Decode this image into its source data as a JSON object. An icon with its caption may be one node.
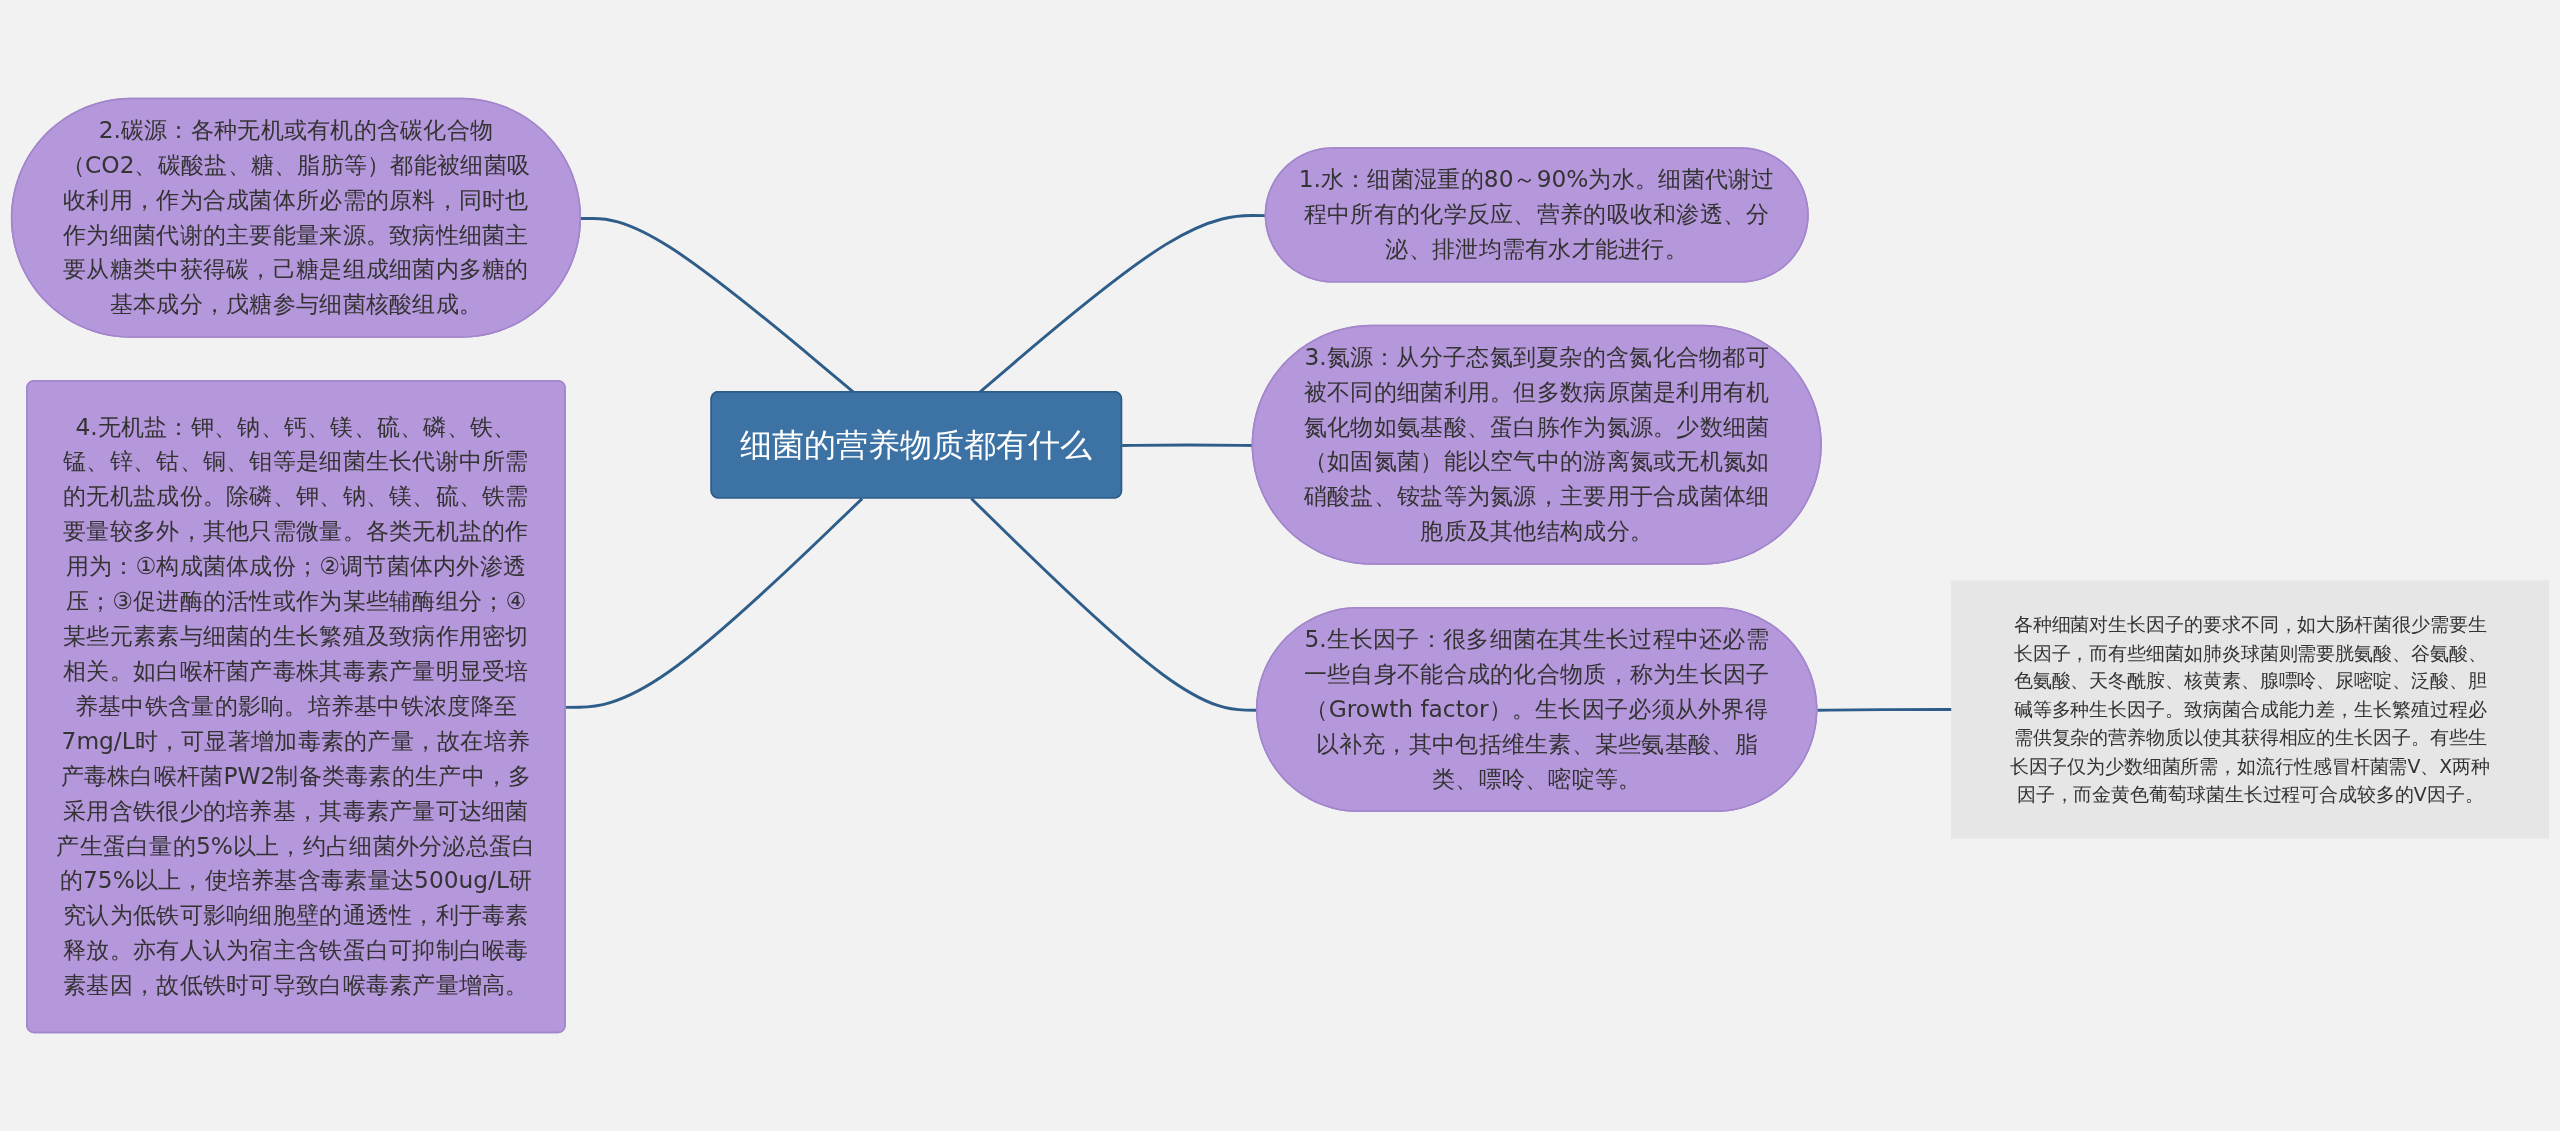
{
  "diagram": {
    "nodes": [
      {
        "text": [
          "细菌的营养物质都有什么"
        ]
      },
      {
        "text": [
          "1.水：细菌湿重的80～90%为水。细菌代谢过程中所有的化学反应、营养的吸收和渗透、分泌、排泄均需有水才能进行。"
        ]
      },
      {
        "text": [
          "2.碳源：各种无机或有机的含碳化合物（CO2、碳酸盐、糖、脂肪等）都能被细菌吸收利用，作为合成菌体所必需的原料，同时也作为细菌代谢的主要能量来源。致病性细菌主要从糖类中获得碳，己糖是组成细菌内多糖的基本成分，戊糖参与细菌核酸组成。"
        ]
      },
      {
        "text": [
          "3.氮源：从分子态氮到夏杂的含氮化合物都可被不同的细菌利用。但多数病原菌是利用有机氮化物如氨基酸、蛋白胨作为氮源。少数细菌（如固氮菌）能以空气中的游离氮或无机氮如硝酸盐、铵盐等为氮源，主要用于合成菌体细胞质及其他结构成分。"
        ]
      },
      {
        "text": [
          "4.无机盐：钾、钠、钙、镁、硫、磷、铁、锰、锌、钴、铜、钼等是细菌生长代谢中所需的无机盐成份。除磷、钾、钠、镁、硫、铁需要量较多外，其他只需微量。各类无机盐的作用为：①构成菌体成份；②调节菌体内外渗透压；③促进酶的活性或作为某些辅酶组分；④某些元素素与细菌的生长繁殖及致病作用密切相关。如白喉杆菌产毒株其毒素产量明显受培养基中铁含量的影响。培养基中铁浓度降至7mg/L时，可显著增加毒素的产量，故在培养产毒株白喉杆菌PW2制备类毒素的生产中，多采用含铁很少的培养基，其毒素产量可达细菌产生蛋白量的5%以上，约占细菌外分泌总蛋白的75%以上，使培养基含毒素量达500ug/L研究认为低铁可影响细胞壁的通透性，利于毒素释放。亦有人认为宿主含铁蛋白可抑制白喉毒素基因，故低铁时可导致白喉毒素产量增高。"
        ]
      },
      {
        "text": [
          "5.生长因子：很多细菌在其生长过程中还必需一些自身不能合成的化合物质，称为生长因子（Growth factor）。生长因子必须从外界得以补充，其中包括维生素、某些氨基酸、脂类、嘌呤、嘧啶等。"
        ]
      },
      {
        "text": [
          "各种细菌对生长因子的要求不同，如大肠杆菌很少需要生长因子，而有些细菌如肺炎球菌则需要胱氨酸、谷氨酸、色氨酸、天冬酰胺、核黄素、腺嘌呤、尿嘧啶、泛酸、胆碱等多种生长因子。致病菌合成能力差，生长繁殖过程必需供复杂的营养物质以使其获得相应的生长因子。有些生长因子仅为少数细菌所需，如流行性感冒杆菌需V、X两种因子，而金黄色葡萄球菌生长过程可合成较多的V因子。"
        ]
      }
    ],
    "edges": [
      {
        "from": 0,
        "to": 1,
        "arrow": "none"
      },
      {
        "from": 0,
        "to": 2,
        "arrow": "none"
      },
      {
        "from": 0,
        "to": 3,
        "arrow": "none"
      },
      {
        "from": 0,
        "to": 4,
        "arrow": "none"
      },
      {
        "from": 0,
        "to": 5,
        "arrow": "none"
      },
      {
        "from": 5,
        "to": 6,
        "arrow": "none"
      }
    ]
  }
}
